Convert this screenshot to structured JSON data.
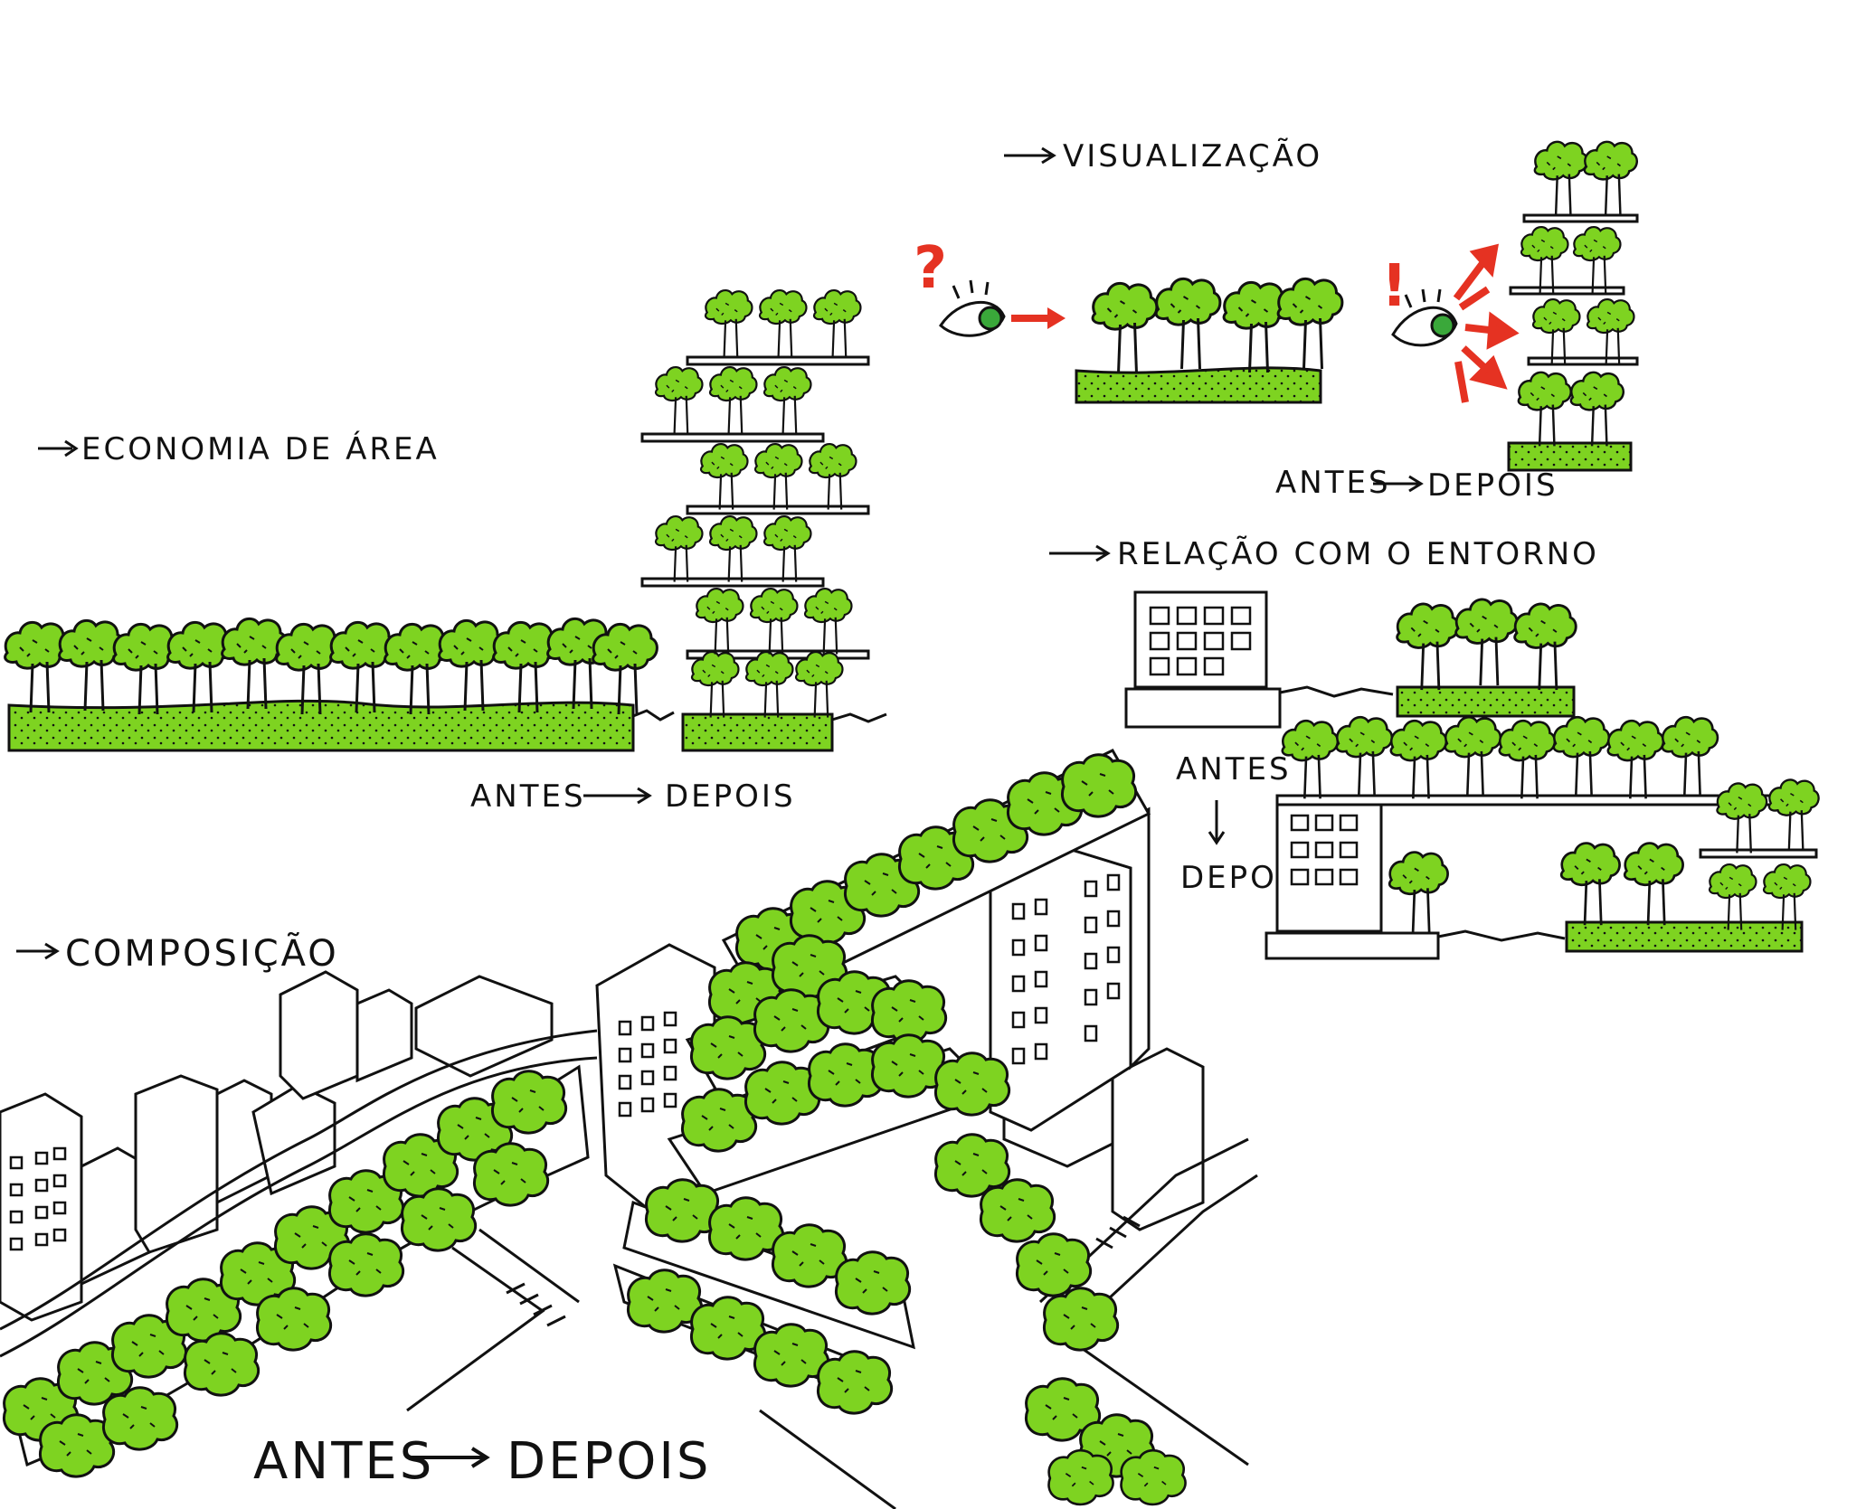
{
  "colors": {
    "foliage": "#7ed321",
    "ink": "#111111",
    "accent": "#e53222",
    "eye_iris": "#3aa83a",
    "paper": "#ffffff"
  },
  "sections": {
    "economia": {
      "title": "ECONOMIA DE ÁREA",
      "antes": "ANTES",
      "depois": "DEPOIS"
    },
    "visualizacao": {
      "title": "VISUALIZAÇÃO",
      "antes": "ANTES",
      "depois": "DEPOIS",
      "question_mark": "?",
      "exclamation_mark": "!"
    },
    "relacao": {
      "title": "RELAÇÃO COM O ENTORNO",
      "antes": "ANTES",
      "depois": "DEPOIS"
    },
    "composicao": {
      "title": "COMPOSIÇÃO",
      "antes": "ANTES",
      "depois": "DEPOIS"
    }
  },
  "icons": [
    "eye-icon",
    "arrow-icon",
    "tree-icon",
    "building-icon"
  ]
}
